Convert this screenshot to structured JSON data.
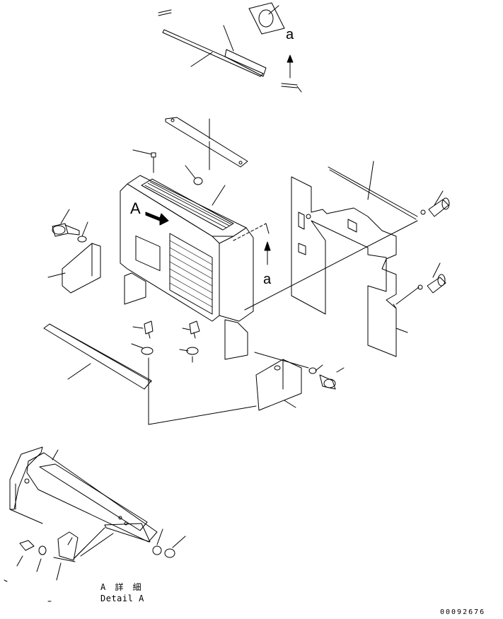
{
  "labels": {
    "view_marker_A": "A",
    "arrow_label_top": "a",
    "arrow_label_mid": "a",
    "detail_title_jp": "A 詳 細",
    "detail_title_en": "Detail A",
    "drawing_code": "00092676"
  }
}
